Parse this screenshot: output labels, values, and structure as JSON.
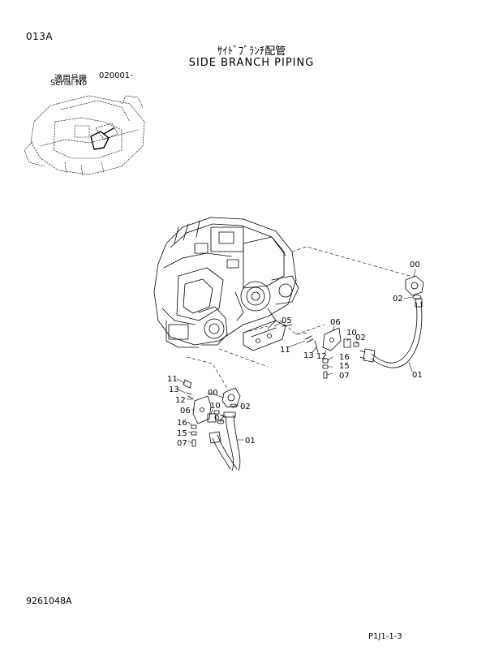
{
  "header": {
    "page_code": "013A",
    "title_jp": "ｻｲﾄﾞﾌﾞﾗﾝﾁ配管",
    "title_en": "SIDE BRANCH PIPING",
    "serial_label_jp": "適用号機",
    "serial_value": "020001-",
    "serial_label_en": "Serial No"
  },
  "footer": {
    "doc_number": "9261048A",
    "page_ref": "P1J1-1-3"
  },
  "callouts": {
    "c00a": "00",
    "c02a": "02",
    "c05": "05",
    "c06a": "06",
    "c10a": "10",
    "c02b": "02",
    "c11a": "11",
    "c13a": "13",
    "c12a": "12",
    "c16a": "16",
    "c15a": "15",
    "c07a": "07",
    "c01a": "01",
    "c11b": "11",
    "c13b": "13",
    "c00b": "00",
    "c02c": "02",
    "c12b": "12",
    "c06b": "06",
    "c10b": "10",
    "c02d": "02",
    "c16b": "16",
    "c15b": "15",
    "c07b": "07",
    "c01b": "01"
  }
}
